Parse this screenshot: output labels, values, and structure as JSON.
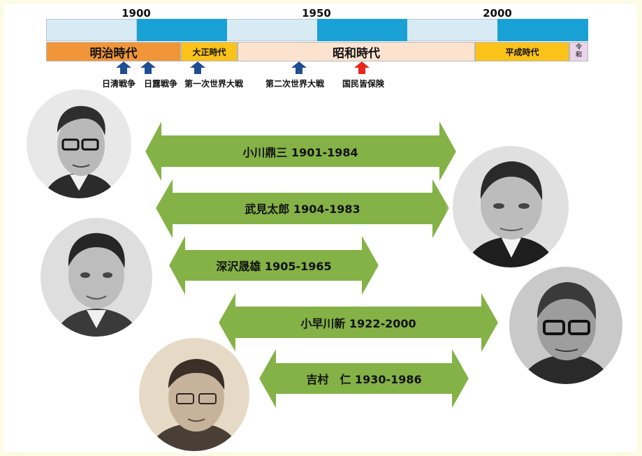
{
  "timeline": {
    "years": [
      "1900",
      "1950",
      "2000"
    ],
    "eras": [
      {
        "name": "明治時代",
        "color": "#f09638"
      },
      {
        "name": "大正時代",
        "color": "#fbc21a"
      },
      {
        "name": "昭和時代",
        "color": "#fbe3cf"
      },
      {
        "name": "平成時代",
        "color": "#fbc21a"
      },
      {
        "name": "令和",
        "color": "#ead4ea"
      }
    ],
    "bar_colors": {
      "light": "#d8ebf5",
      "dark": "#19a1d6"
    },
    "events": [
      {
        "label": "日清戦争",
        "color": "#1f4e91"
      },
      {
        "label": "日露戦争",
        "color": "#1f4e91"
      },
      {
        "label": "第一次世界大戦",
        "color": "#1f4e91"
      },
      {
        "label": "第二次世界大戦",
        "color": "#1f4e91"
      },
      {
        "label": "国民皆保険",
        "color": "#e8261b"
      }
    ]
  },
  "people": [
    {
      "label": "小川鼎三 1901-1984"
    },
    {
      "label": "武見太郎 1904-1983"
    },
    {
      "label": "深沢晟雄 1905-1965"
    },
    {
      "label": "小早川新 1922-2000"
    },
    {
      "label": "吉村　仁 1930-1986"
    }
  ],
  "arrow_color": "#84b246"
}
